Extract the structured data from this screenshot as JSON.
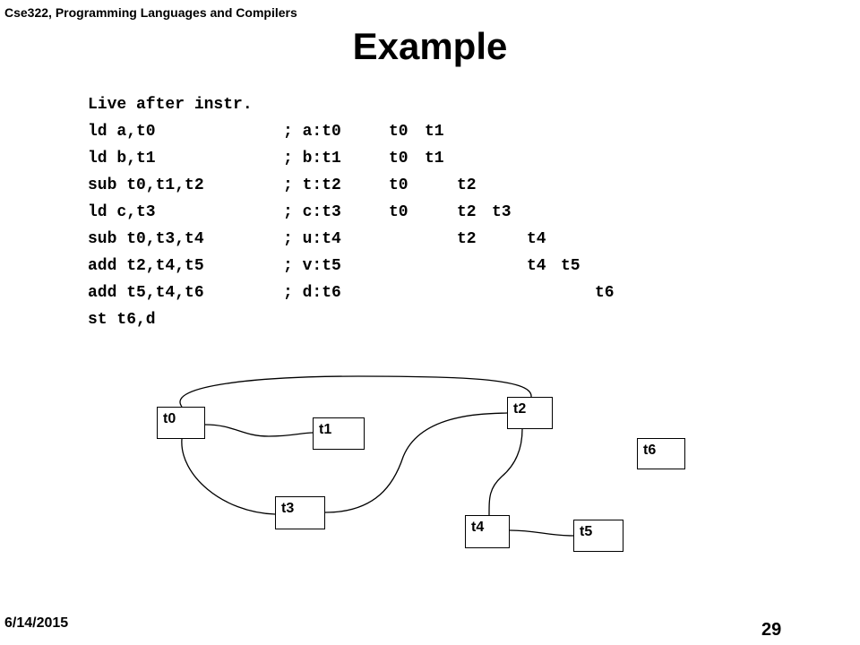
{
  "header": {
    "course": "Cse322, Programming Languages and Compilers"
  },
  "title": "Example",
  "code": {
    "heading": "Live after instr.",
    "lines": [
      {
        "instr": "ld a,t0",
        "comment": "; a:t0",
        "t0": "t0",
        "t1": "t1",
        "t2": "",
        "t3": "",
        "t4": "",
        "t5": "",
        "t6": ""
      },
      {
        "instr": "ld b,t1",
        "comment": "; b:t1",
        "t0": "t0",
        "t1": "t1",
        "t2": "",
        "t3": "",
        "t4": "",
        "t5": "",
        "t6": ""
      },
      {
        "instr": "sub t0,t1,t2",
        "comment": "; t:t2",
        "t0": "t0",
        "t1": "",
        "t2": "t2",
        "t3": "",
        "t4": "",
        "t5": "",
        "t6": ""
      },
      {
        "instr": "ld c,t3",
        "comment": "; c:t3",
        "t0": "t0",
        "t1": "",
        "t2": "t2",
        "t3": "t3",
        "t4": "",
        "t5": "",
        "t6": ""
      },
      {
        "instr": "sub t0,t3,t4",
        "comment": "; u:t4",
        "t0": "",
        "t1": "",
        "t2": "t2",
        "t3": "",
        "t4": "t4",
        "t5": "",
        "t6": ""
      },
      {
        "instr": "add t2,t4,t5",
        "comment": "; v:t5",
        "t0": "",
        "t1": "",
        "t2": "",
        "t3": "",
        "t4": "t4",
        "t5": "t5",
        "t6": ""
      },
      {
        "instr": "add t5,t4,t6",
        "comment": "; d:t6",
        "t0": "",
        "t1": "",
        "t2": "",
        "t3": "",
        "t4": "",
        "t5": "",
        "t6": "t6"
      },
      {
        "instr": "st t6,d",
        "comment": "",
        "t0": "",
        "t1": "",
        "t2": "",
        "t3": "",
        "t4": "",
        "t5": "",
        "t6": ""
      }
    ]
  },
  "graph": {
    "nodes": {
      "t0": "t0",
      "t1": "t1",
      "t2": "t2",
      "t3": "t3",
      "t4": "t4",
      "t5": "t5",
      "t6": "t6"
    }
  },
  "footer": {
    "date": "6/14/2015",
    "page": "29"
  }
}
